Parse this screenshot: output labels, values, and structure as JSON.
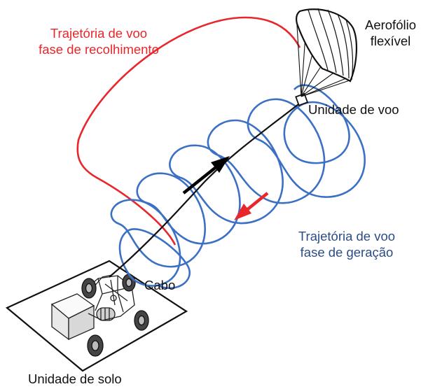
{
  "labels": {
    "recovery_path_line1": "Trajetória de voo",
    "recovery_path_line2": "fase de recolhimento",
    "airfoil_line1": "Aerofólio",
    "airfoil_line2": "flexível",
    "flight_unit": "Unidade de voo",
    "generation_path_line1": "Trajetória de voo",
    "generation_path_line2": "fase de geração",
    "cable": "Cabo",
    "ground_unit": "Unidade de solo"
  },
  "colors": {
    "recovery_path": "#e8262b",
    "generation_path": "#3b70c4",
    "generation_label": "#2b4d86",
    "cable": "#111111",
    "ascent_arrow": "#000000",
    "descent_arrow": "#e8262b"
  },
  "icons": {
    "kite": "kite-icon",
    "ground_vehicle": "ground-vehicle-icon"
  }
}
